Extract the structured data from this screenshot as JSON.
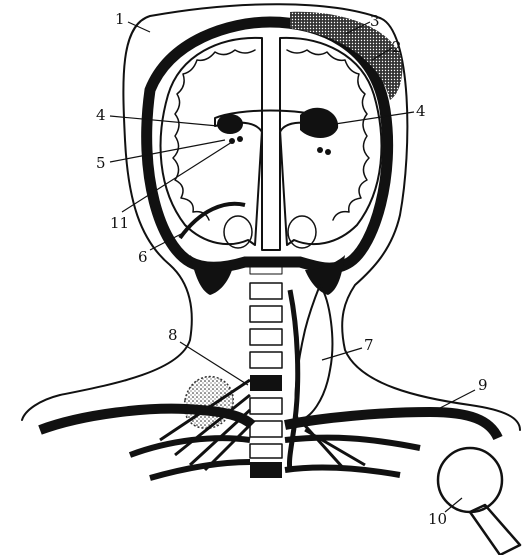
{
  "diagram": {
    "callouts": [
      {
        "id": "c1",
        "text": "1"
      },
      {
        "id": "c2",
        "text": "2"
      },
      {
        "id": "c3",
        "text": "3"
      },
      {
        "id": "c4a",
        "text": "4"
      },
      {
        "id": "c4b",
        "text": "4"
      },
      {
        "id": "c5",
        "text": "5"
      },
      {
        "id": "c6",
        "text": "6"
      },
      {
        "id": "c7",
        "text": "7"
      },
      {
        "id": "c8",
        "text": "8"
      },
      {
        "id": "c9",
        "text": "9"
      },
      {
        "id": "c10",
        "text": "10"
      },
      {
        "id": "c11",
        "text": "11"
      }
    ],
    "colors": {
      "ink": "#111111",
      "paper": "#ffffff",
      "stipple": "#555555"
    }
  }
}
